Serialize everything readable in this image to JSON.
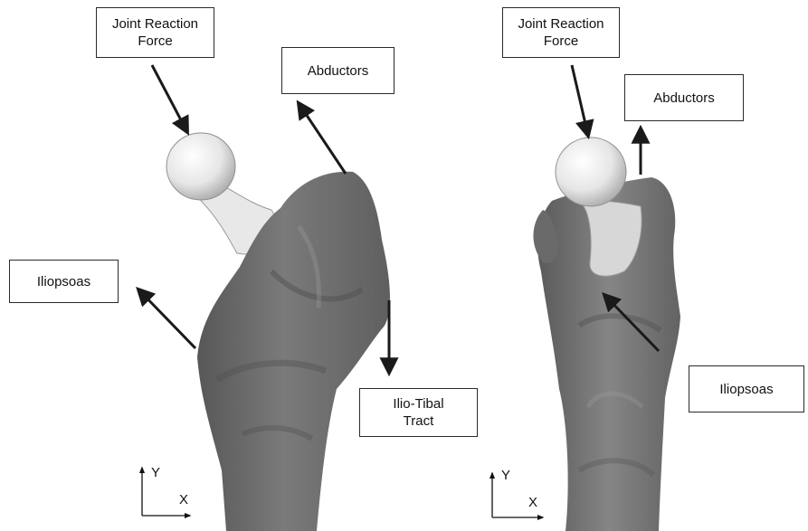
{
  "left_view": {
    "joint_reaction_label": "Joint Reaction\nForce",
    "abductors_label": "Abductors",
    "iliopsoas_label": "Iliopsoas",
    "ilio_tibal_label": "Ilio-Tibal\nTract",
    "axis_y": "Y",
    "axis_x": "X"
  },
  "right_view": {
    "joint_reaction_label": "Joint Reaction\nForce",
    "abductors_label": "Abductors",
    "iliopsoas_label": "Iliopsoas",
    "axis_y": "Y",
    "axis_x": "X"
  },
  "colors": {
    "bone_dark": "#6e6e6e",
    "bone_mid": "#8a8a8a",
    "femoral_head": "#ececec",
    "arrow": "#1a1a1a"
  }
}
